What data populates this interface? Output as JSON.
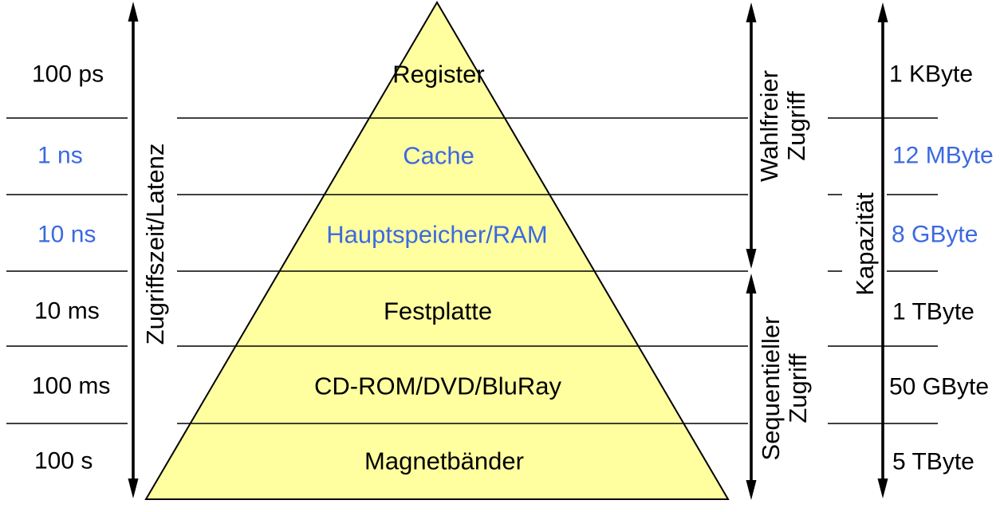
{
  "diagram": {
    "type": "memory-hierarchy-pyramid",
    "language": "de",
    "axes": {
      "latency": {
        "label": "Zugriffszeit/Latenz"
      },
      "capacity": {
        "label": "Kapazität"
      },
      "random_access": {
        "line1": "Wahlfreier",
        "line2": "Zugriff"
      },
      "sequential_access": {
        "line1": "Sequentieller",
        "line2": "Zugriff"
      }
    },
    "levels": [
      {
        "name": "Register",
        "latency": "100 ps",
        "capacity": "1 KByte",
        "highlighted": false
      },
      {
        "name": "Cache",
        "latency": "1 ns",
        "capacity": "12 MByte",
        "highlighted": true
      },
      {
        "name": "Hauptspeicher/RAM",
        "latency": "10 ns",
        "capacity": "8 GByte",
        "highlighted": true
      },
      {
        "name": "Festplatte",
        "latency": "10 ms",
        "capacity": "1 TByte",
        "highlighted": false
      },
      {
        "name": "CD-ROM/DVD/BluRay",
        "latency": "100 ms",
        "capacity": "50 GByte",
        "highlighted": false
      },
      {
        "name": "Magnetbänder",
        "latency": "100 s",
        "capacity": "5 TByte",
        "highlighted": false
      }
    ],
    "colors": {
      "pyramid_fill": "#ffffa0",
      "outline": "#000000",
      "text": "#000000",
      "highlight_text": "#3c69e1",
      "background": "#ffffff"
    }
  }
}
